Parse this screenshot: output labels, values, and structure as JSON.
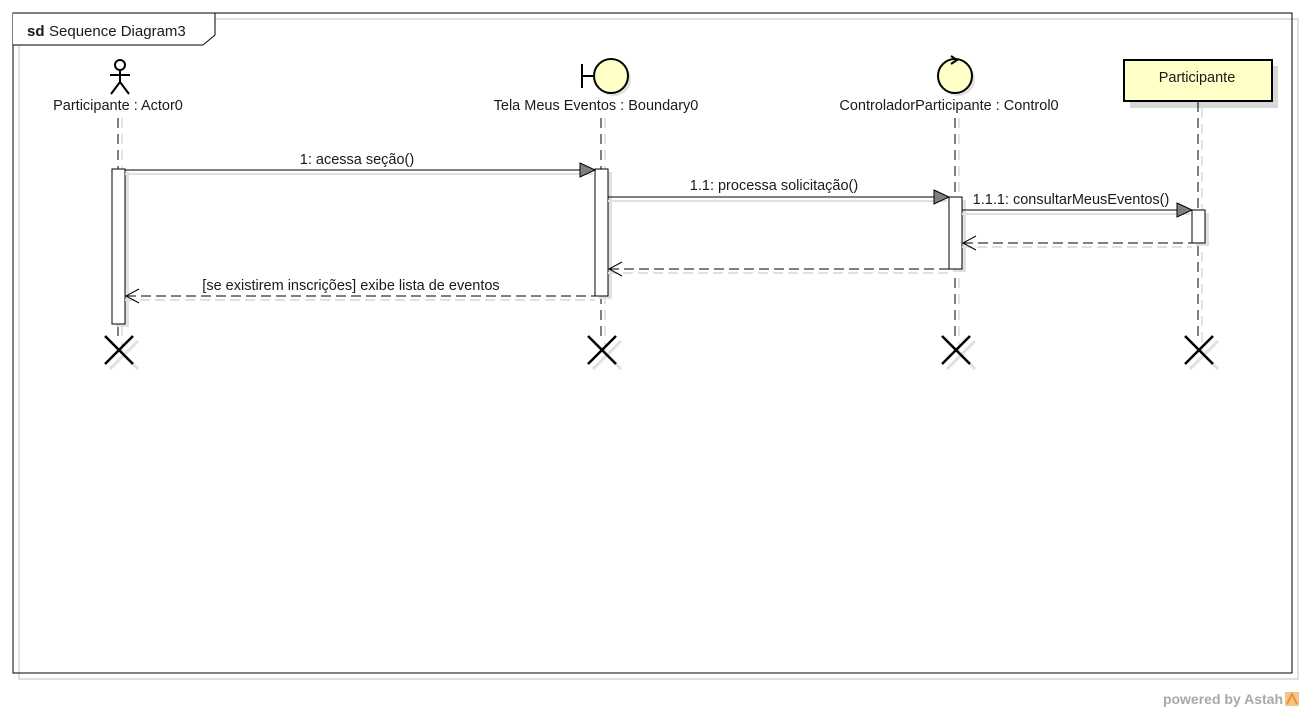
{
  "frame": {
    "keyword": "sd",
    "name": "Sequence Diagram3"
  },
  "lifelines": [
    {
      "kind": "actor",
      "label": "Participante : Actor0"
    },
    {
      "kind": "boundary",
      "label": "Tela Meus Eventos : Boundary0"
    },
    {
      "kind": "control",
      "label": "ControladorParticipante : Control0"
    },
    {
      "kind": "class-box",
      "label": "Participante"
    }
  ],
  "messages": [
    {
      "label": "1: acessa seção()",
      "kind": "sync"
    },
    {
      "label": "1.1: processa solicitação()",
      "kind": "sync"
    },
    {
      "label": "1.1.1: consultarMeusEventos()",
      "kind": "sync"
    },
    {
      "label": "",
      "kind": "return"
    },
    {
      "label": "",
      "kind": "return"
    },
    {
      "label": "[se existirem inscrições] exibe lista de eventos",
      "kind": "return"
    }
  ],
  "footer": {
    "powered_by": "powered by Astah"
  },
  "colors": {
    "object_fill": "#ffffc8",
    "line": "#000000",
    "shadow": "#d8d8d8",
    "arrowhead": "#808080"
  }
}
